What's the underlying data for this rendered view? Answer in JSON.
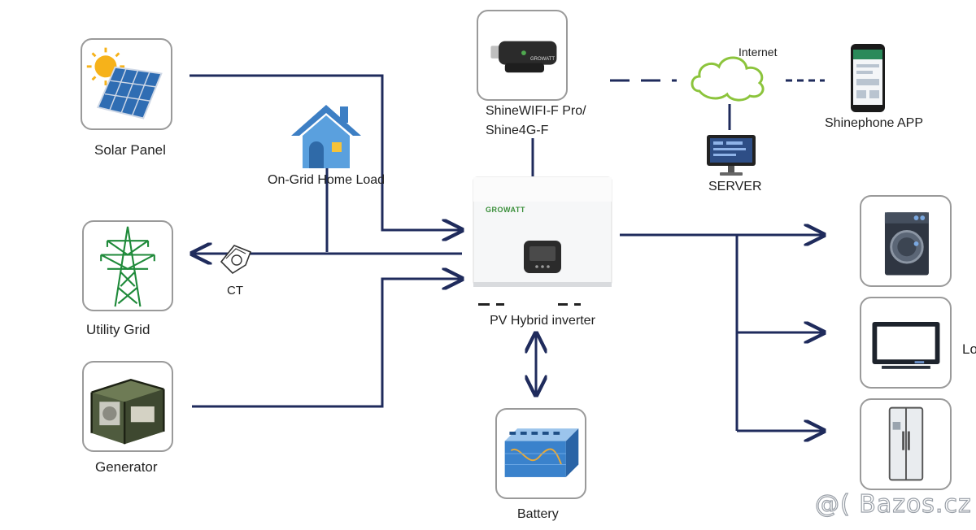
{
  "devices": {
    "solar_panel": "Solar Panel",
    "home_load": "On-Grid Home Load",
    "utility_grid": "Utility Grid",
    "ct": "CT",
    "generator": "Generator",
    "datalogger_line1": "ShineWIFI-F Pro/",
    "datalogger_line2": "Shine4G-F",
    "internet": "Internet",
    "server": "SERVER",
    "app": "Shinephone APP",
    "inverter": "PV Hybrid inverter",
    "battery": "Battery",
    "loads": "Lo"
  },
  "brand": {
    "inverter_logo": "GROWATT",
    "dongle_logo": "GROWATT"
  },
  "watermark": "@( Bazos.cz",
  "colors": {
    "line": "#1f2b5c",
    "card_border": "#9a9a9a",
    "cloud": "#8cc43c",
    "house": "#3d7fc4"
  }
}
